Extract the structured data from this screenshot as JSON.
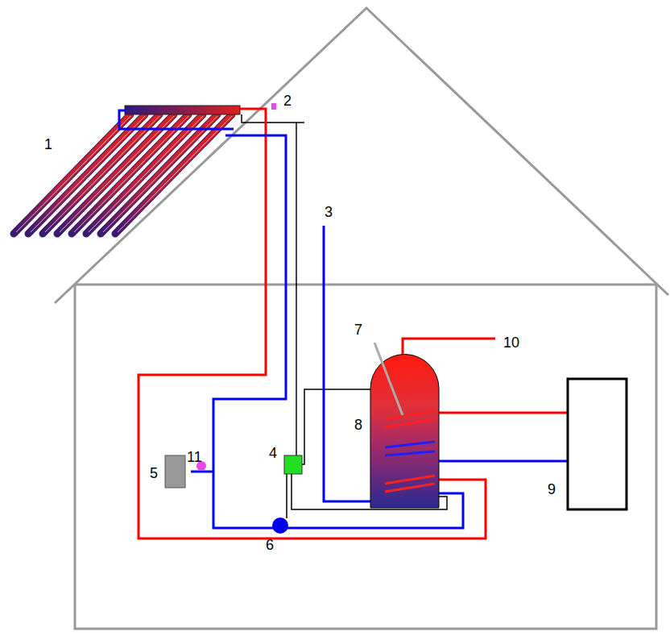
{
  "diagram": {
    "labels": [
      "1",
      "2",
      "3",
      "10",
      "7",
      "4",
      "8",
      "11",
      "5",
      "6",
      "9"
    ]
  }
}
